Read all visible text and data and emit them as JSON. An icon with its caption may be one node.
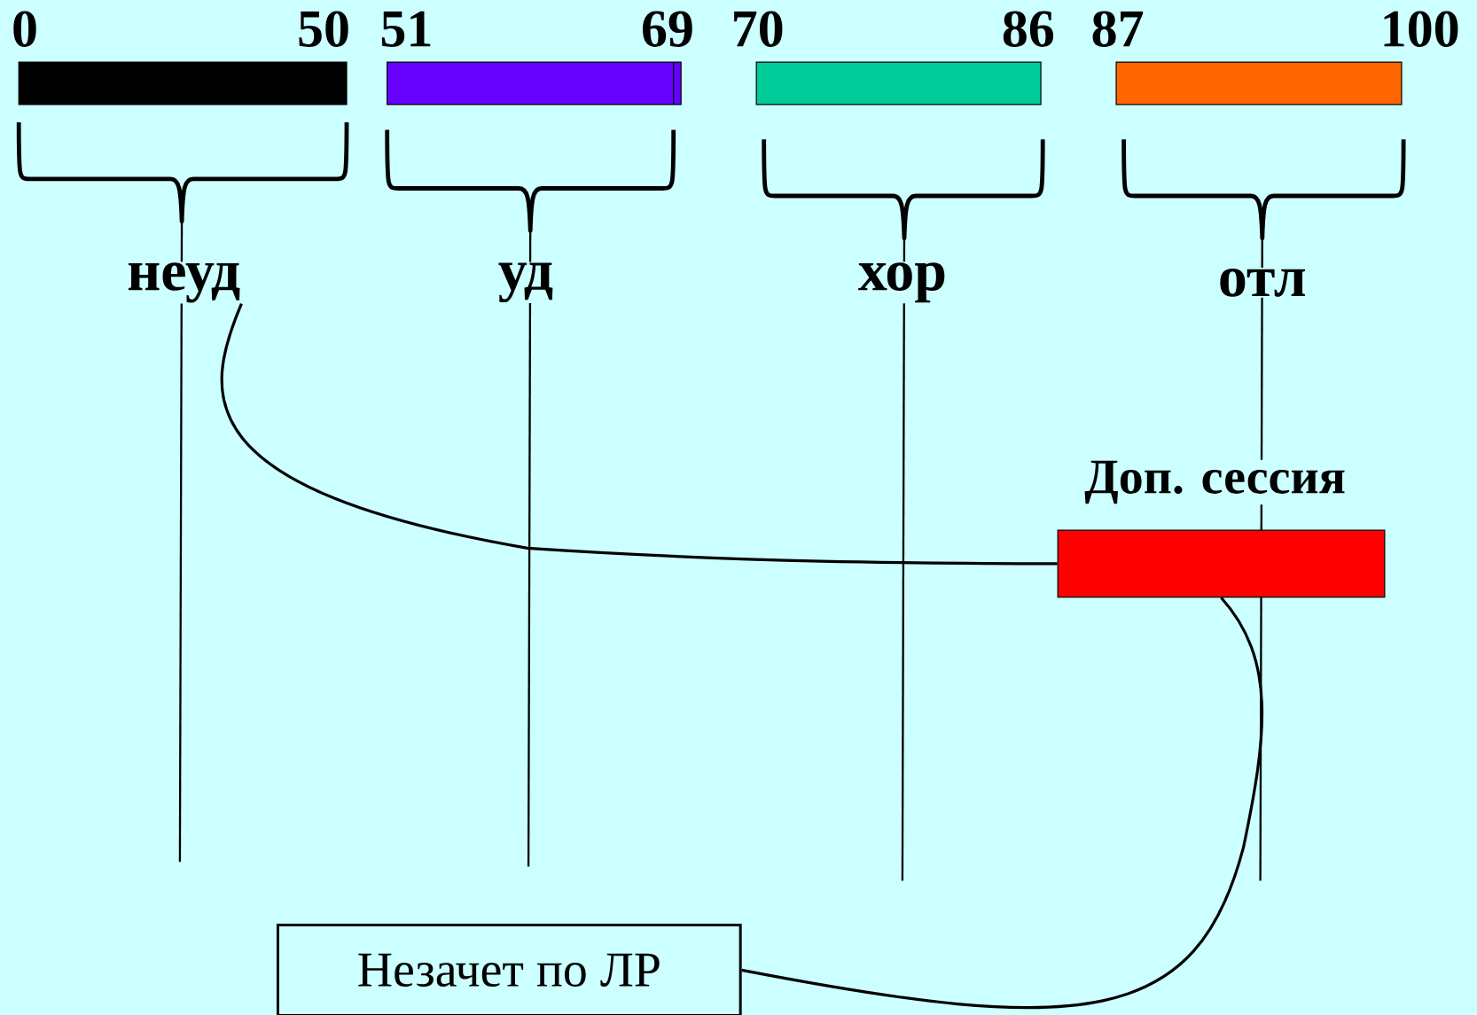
{
  "diagram": {
    "nodes": [
      {
        "text": [],
        "shape": "bar",
        "beside": [
          "0",
          "50"
        ]
      },
      {
        "text": [],
        "shape": "bar",
        "beside": [
          "51",
          "69"
        ]
      },
      {
        "text": [],
        "shape": "bar",
        "beside": [
          "70",
          "86"
        ]
      },
      {
        "text": [],
        "shape": "bar",
        "beside": [
          "87",
          "100"
        ]
      },
      {
        "text": [
          "неуд"
        ]
      },
      {
        "text": [
          "уд"
        ]
      },
      {
        "text": [
          "хор"
        ]
      },
      {
        "text": [
          "отл"
        ]
      },
      {
        "text": [
          "Доп. сессия"
        ]
      },
      {
        "text": [
          "Незачет по ЛР"
        ]
      }
    ],
    "edges": [
      {
        "from": 4,
        "to": 8,
        "arrow": "none"
      },
      {
        "from": 9,
        "to": 8,
        "arrow": "none"
      }
    ]
  }
}
